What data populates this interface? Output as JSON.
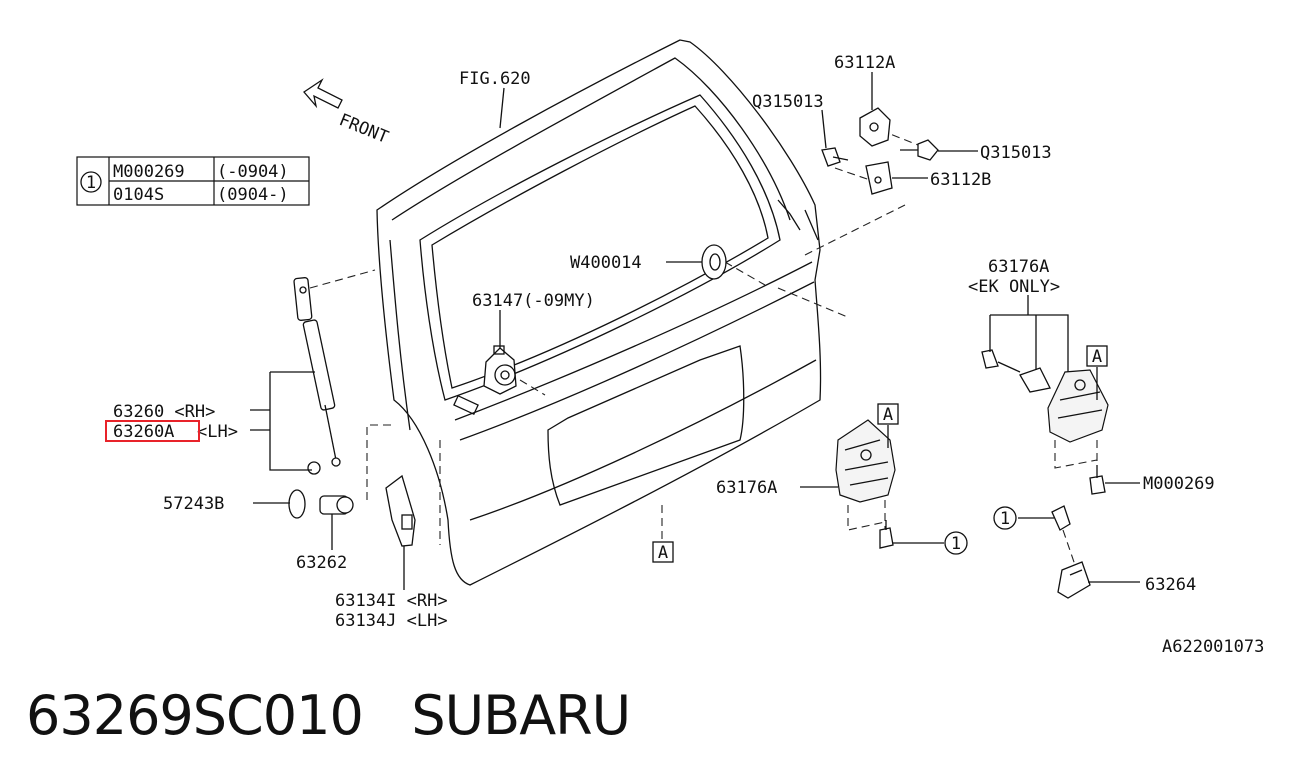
{
  "diagram": {
    "callouts": {
      "fig": "FIG.620",
      "front": "FRONT",
      "p63112a": "63112A",
      "q315013_top": "Q315013",
      "q315013_right": "Q315013",
      "p63112b": "63112B",
      "w400014": "W400014",
      "p63147": "63147(-09MY)",
      "p63176a_right": "63176A",
      "ek_only": "<EK ONLY>",
      "p63260": "63260 <RH>",
      "p63260a_code": "63260A",
      "p63260a_side": "<LH>",
      "p57243b": "57243B",
      "p63262": "63262",
      "p63134i": "63134I <RH>",
      "p63134j": "63134J <LH>",
      "p63176a_center": "63176A",
      "m000269": "M000269",
      "p63264": "63264",
      "ref_a_bottom": "A",
      "ref_a_center": "A",
      "ref_a_right": "A",
      "circle_one_table": "1",
      "circle_one_center": "1",
      "circle_one_right": "1",
      "image_code": "A622001073"
    },
    "table": {
      "rows": [
        {
          "part": "M000269",
          "range": "(-0904)"
        },
        {
          "part": "0104S",
          "range": "(0904-)"
        }
      ]
    },
    "highlight_part": "63260A",
    "highlight_color": "#e8232a"
  },
  "footer": {
    "part_number": "63269SC010",
    "brand": "SUBARU"
  }
}
